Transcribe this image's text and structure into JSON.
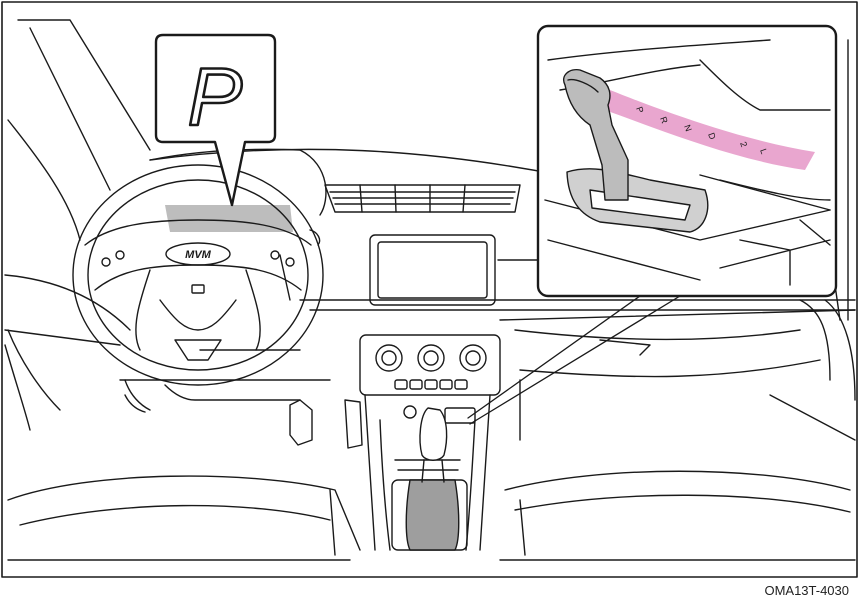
{
  "figure": {
    "gear_display": "P",
    "shift_pattern": [
      "P",
      "R",
      "N",
      "D",
      "2",
      "L"
    ],
    "steering_badge": "MVM",
    "figure_code": "OMA13T-4030",
    "colors": {
      "line": "#1a1a1a",
      "highlight_pink": "#e9a6cf",
      "cluster_gray": "#bdbdbd",
      "boot_gray": "#9e9e9e"
    }
  }
}
